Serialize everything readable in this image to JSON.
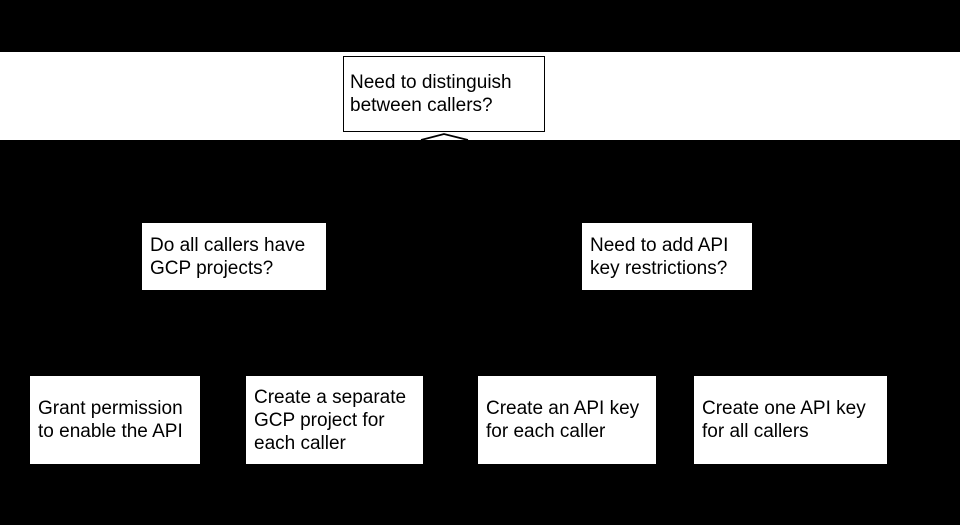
{
  "diagram": {
    "type": "flowchart",
    "colors": {
      "background": "#000000",
      "band": "#ffffff",
      "node_fill": "#ffffff",
      "node_text": "#000000",
      "node_border": "#000000",
      "connector_line": "#000000"
    },
    "nodes": [
      {
        "id": "root",
        "label": "Need to distinguish\nbetween callers?"
      },
      {
        "id": "q-gcp-projects",
        "label": "Do all callers have\nGCP projects?"
      },
      {
        "id": "q-key-restrict",
        "label": "Need to add API\nkey restrictions?"
      },
      {
        "id": "o-grant",
        "label": "Grant permission\nto enable the API"
      },
      {
        "id": "o-project",
        "label": "Create a separate\nGCP project for\neach caller"
      },
      {
        "id": "o-key-each",
        "label": "Create an API key\nfor each caller"
      },
      {
        "id": "o-key-all",
        "label": "Create one API key\nfor all callers"
      }
    ],
    "edges": [
      {
        "from": "root",
        "to": "q-gcp-projects",
        "visible_fragment": "caret-left-arm"
      },
      {
        "from": "root",
        "to": "q-key-restrict",
        "visible_fragment": "caret-right-arm"
      }
    ]
  }
}
